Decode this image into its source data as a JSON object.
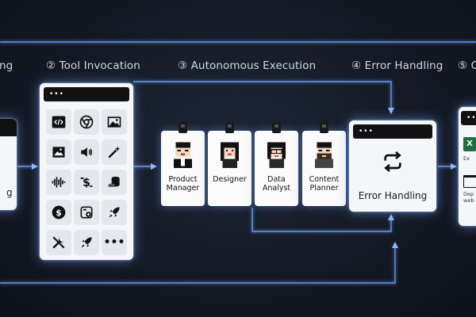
{
  "steps": {
    "step1_partial": "ng",
    "step2": "② Tool Invocation",
    "step3": "③ Autonomous Execution",
    "step4": "④ Error Handling",
    "step5_partial": "⑤ C"
  },
  "left_card": {
    "label_partial": "g"
  },
  "tool_panel": {
    "window_dots": "•••",
    "icons": [
      "code-icon",
      "chrome-icon",
      "image-icon",
      "picture-icon",
      "speaker-icon",
      "magic-wand-icon",
      "waveform-icon",
      "dollar-swap-icon",
      "coins-icon",
      "dollar-coin-icon",
      "calculator-icon",
      "rocket-icon",
      "tools-icon",
      "rocket-icon",
      "more-icon"
    ],
    "more_glyph": "•••"
  },
  "agents": [
    {
      "role_line1": "Product",
      "role_line2": "Manager"
    },
    {
      "role_line1": "Designer",
      "role_line2": ""
    },
    {
      "role_line1": "Data",
      "role_line2": "Analyst"
    },
    {
      "role_line1": "Content",
      "role_line2": "Planner"
    }
  ],
  "error_card": {
    "window_dots": "•••",
    "label": "Error Handling",
    "icon": "refresh-cycle-icon"
  },
  "right_card": {
    "window_dots": "•••",
    "label_top": "Ex",
    "label_bottom1": "Dep",
    "label_bottom2": "web"
  },
  "colors": {
    "glow": "#6fa3ff",
    "background": "#141a25",
    "card": "#f4f6f9",
    "excel_green": "#1d6f42"
  }
}
